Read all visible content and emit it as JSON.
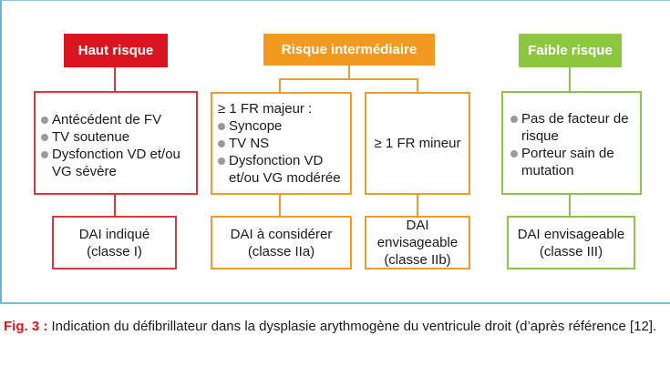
{
  "columns": [
    {
      "header": "Haut risque",
      "criteria": [
        "Antécédent de FV",
        "TV soutenue",
        "Dysfonction VD et/ou VG sévère"
      ],
      "outcome": [
        "DAI indiqué",
        "(classe I)"
      ],
      "color": "#d9151f"
    },
    {
      "header": "Risque intermédiaire",
      "major": {
        "title": "≥ 1 FR majeur :",
        "items": [
          "Syncope",
          "TV NS",
          "Dysfonction VD et/ou VG modérée"
        ],
        "outcome": [
          "DAI à considérer",
          "(classe IIa)"
        ]
      },
      "minor": {
        "title": "≥ 1 FR mineur",
        "outcome": [
          "DAI envisageable",
          "(classe IIb)"
        ]
      },
      "color": "#f29a1f"
    },
    {
      "header": "Faible risque",
      "criteria": [
        "Pas de facteur de risque",
        "Porteur sain de mutation"
      ],
      "outcome": [
        "DAI envisageable",
        "(classe III)"
      ],
      "color": "#8dc63f"
    }
  ],
  "caption": {
    "label": "Fig. 3 :",
    "text": " Indication du défibrillateur dans la dysplasie arythmogène du ventricule droit (d’après référence [12]."
  }
}
